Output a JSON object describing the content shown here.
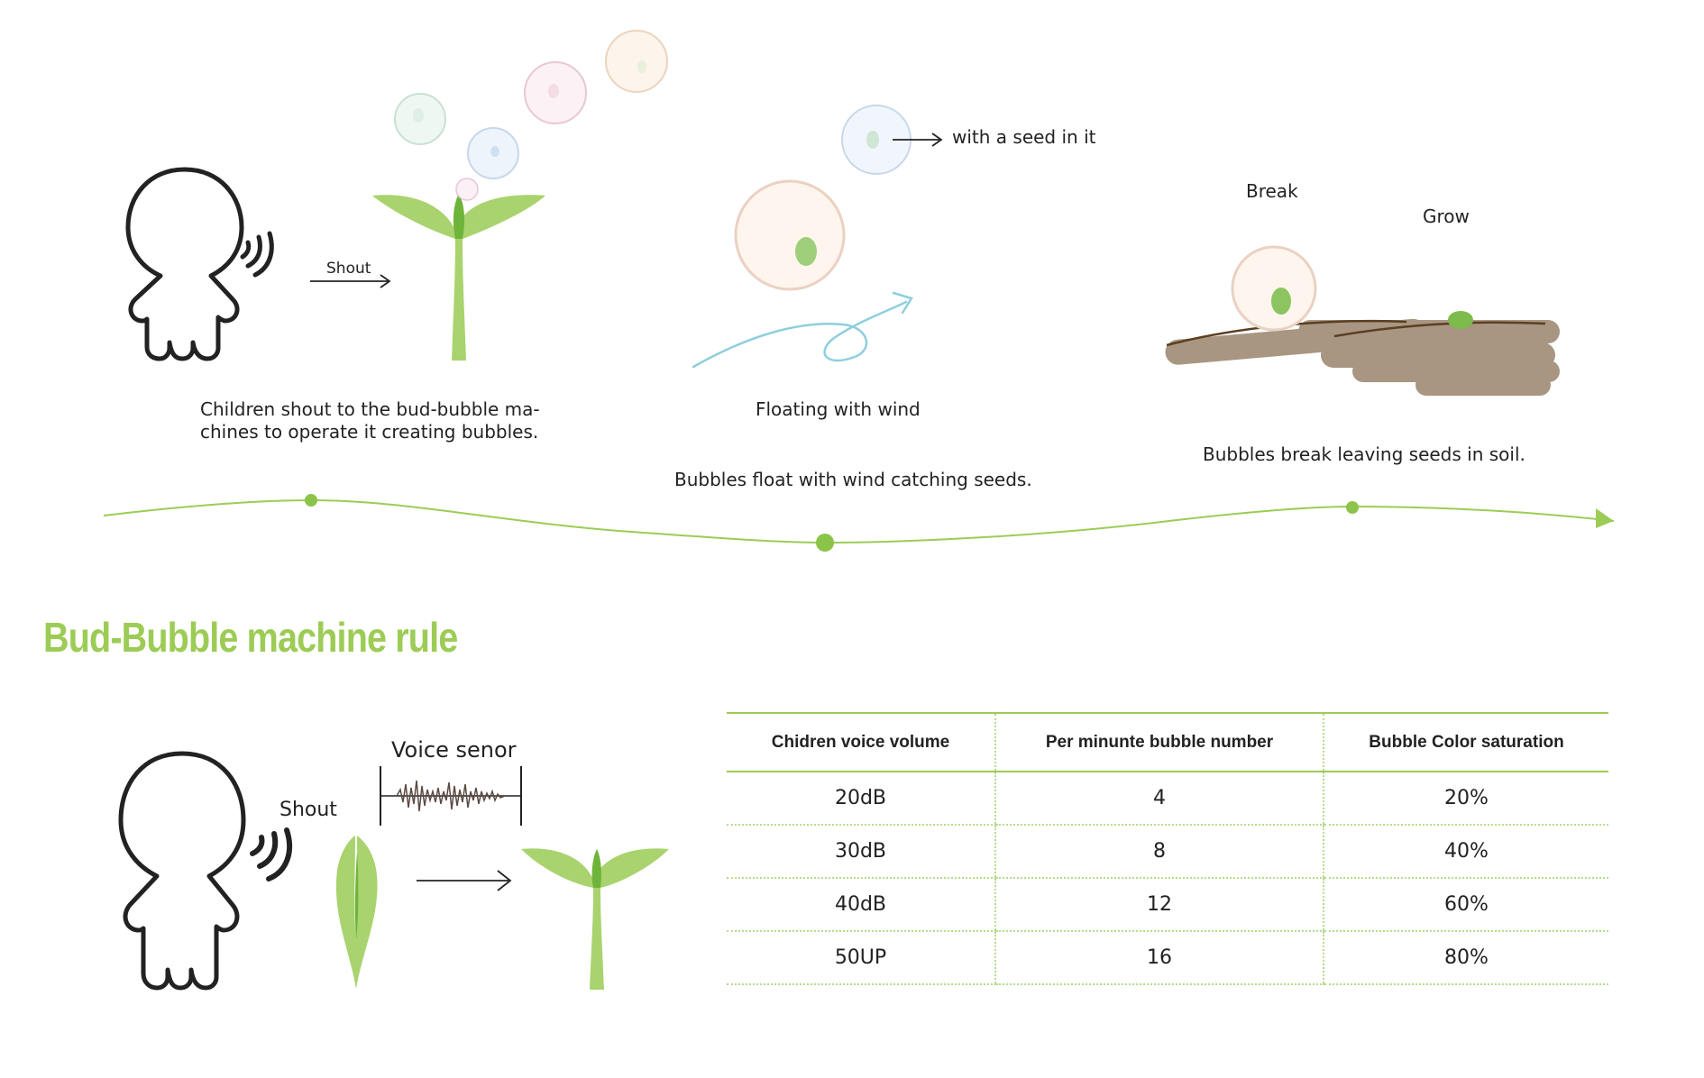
{
  "process": {
    "step1": {
      "arrow_label": "Shout",
      "caption_line1": "Children shout to the bud-bubble ma-",
      "caption_line2": "chines to operate it creating bubbles."
    },
    "step2": {
      "seed_note": "with a seed in it",
      "floating_label": "Floating with wind",
      "caption": "Bubbles float with wind catching seeds."
    },
    "step3": {
      "break_label": "Break",
      "grow_label": "Grow",
      "caption": "Bubbles break leaving seeds in soil."
    }
  },
  "rule": {
    "title": "Bud-Bubble machine rule",
    "shout_label": "Shout",
    "sensor_label": "Voice senor"
  },
  "table": {
    "headers": [
      "Chidren voice volume",
      "Per minunte bubble number",
      "Bubble Color saturation"
    ],
    "rows": [
      [
        "20dB",
        "4",
        "20%"
      ],
      [
        "30dB",
        "8",
        "40%"
      ],
      [
        "40dB",
        "12",
        "60%"
      ],
      [
        "50UP",
        "16",
        "80%"
      ]
    ]
  },
  "colors": {
    "accent_green": "#9ccc55",
    "leaf_green": "#a9d36e",
    "soil": "#a89682",
    "wind_line": "#8fcfdc"
  }
}
